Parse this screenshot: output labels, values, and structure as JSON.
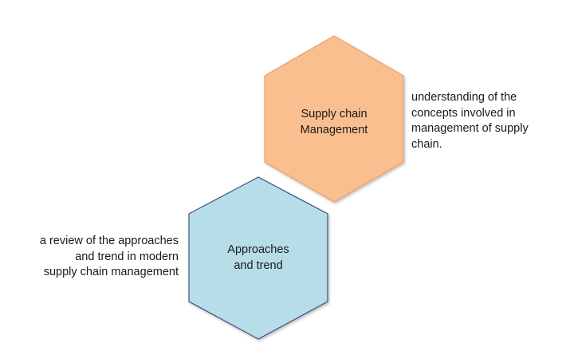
{
  "diagram": {
    "nodes": [
      {
        "id": "supply-chain-management",
        "label": "Supply chain\nManagement",
        "description": "understanding  of the\nconcepts involved in\nmanagement  of supply\nchain.",
        "fill": "#F9BF8F",
        "stroke": "#E6A06E"
      },
      {
        "id": "approaches-and-trend",
        "label": "Approaches\nand trend",
        "description": "a review of the approaches\nand trend in modern\nsupply chain management",
        "fill": "#B7DDE8",
        "stroke": "#3F4F7F"
      }
    ]
  }
}
